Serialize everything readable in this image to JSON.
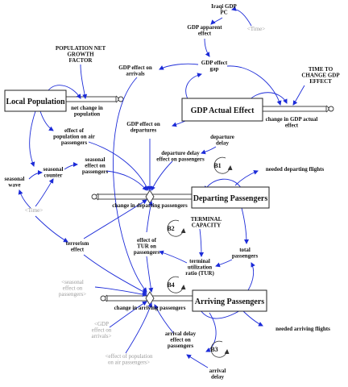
{
  "stocks": {
    "local_population": "Local Population",
    "gdp_actual_effect": "GDP Actual Effect",
    "departing_passengers": "Departing Passengers",
    "arriving_passengers": "Arriving Passengers"
  },
  "variables": {
    "iraqi_gdp_pc": [
      "Iraqi GDP",
      "PC"
    ],
    "time_top": "Time",
    "gdp_apparent_effect": [
      "GDP apparent",
      "effect"
    ],
    "population_net_growth_factor": [
      "POPULATION NET",
      "GROWTH",
      "FACTOR"
    ],
    "gdp_effect_on_arrivals": [
      "GDP effect on",
      "arrivals"
    ],
    "gdp_effect_gap": [
      "GDP effect",
      "gap"
    ],
    "time_to_change_gdp_effect": [
      "TIME TO",
      "CHANGE GDP",
      "EFFECT"
    ],
    "net_change_in_population": [
      "net change in",
      "population"
    ],
    "change_in_gdp_actual_effect": [
      "change in GDP actual",
      "effect"
    ],
    "effect_of_population_on_air_passengers": [
      "effect of",
      "population on air",
      "passengers"
    ],
    "gdp_effect_on_departures": [
      "GDP effect on",
      "departures"
    ],
    "departure_delay": [
      "departure",
      "delay"
    ],
    "seasonal_effect_on_passengers": [
      "seasonal",
      "effect on",
      "passengers"
    ],
    "departure_delay_effect_on_passengers": [
      "departure delay",
      "effect on passengers"
    ],
    "seasonal_counter": [
      "seasonal",
      "counter"
    ],
    "seasonal_wave": [
      "seasonal",
      "wave"
    ],
    "needed_departing_flights": "needed departing flights",
    "change_in_departing_passengers": "change in departing passengers",
    "time_mid": "Time",
    "terminal_capacity": [
      "TERMINAL",
      "CAPACITY"
    ],
    "terrorism_effect": [
      "terrorism",
      "effect"
    ],
    "effect_of_tur_on_passengers": [
      "effect of",
      "TUR on",
      "passengers"
    ],
    "total_passengers": [
      "total",
      "passengers"
    ],
    "terminal_utilization_ratio": [
      "terminal",
      "utilization",
      "ratio (TUR)"
    ],
    "seasonal_effect_ghost": [
      "seasonal",
      "effect on",
      "passengers"
    ],
    "change_in_arriving_passengers": "change in arriving passengers",
    "needed_arriving_flights": "needed arriving flights",
    "gdp_effect_on_arrivals_ghost": [
      "GDP",
      "effect on",
      "arrivals"
    ],
    "arrival_delay_effect_on_passengers": [
      "arrival delay",
      "effect on",
      "passengers"
    ],
    "effect_of_population_ghost": [
      "effect of population",
      "on air passengers"
    ],
    "arrival_delay": [
      "arrival",
      "delay"
    ]
  },
  "loops": {
    "b1": "B1",
    "b2": "B2",
    "b3": "B3",
    "b4": "B4"
  },
  "colors": {
    "link": "#1c2bd8",
    "text": "#111111",
    "ghost_text": "#9a9a9a",
    "stock_border": "#222222"
  }
}
